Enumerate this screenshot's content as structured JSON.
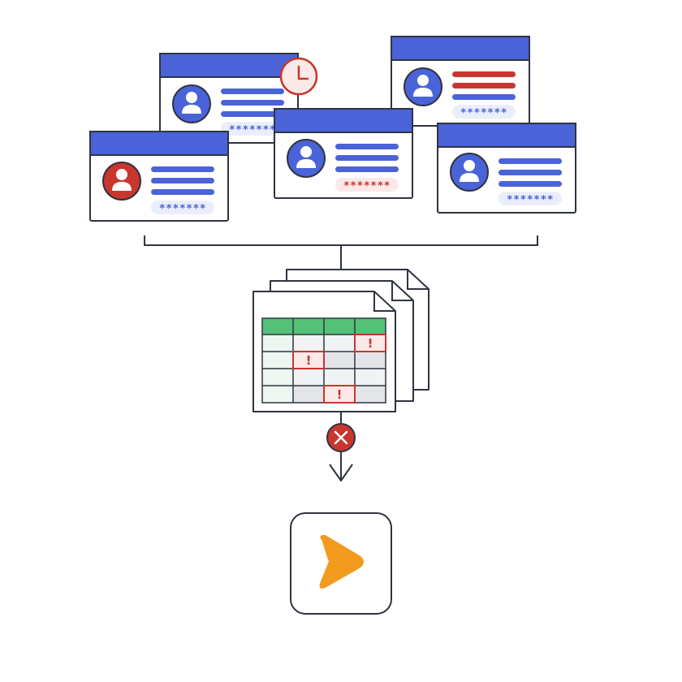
{
  "colors": {
    "stroke": "#2f3440",
    "blue": "#4a63d8",
    "red": "#c8362e",
    "green": "#55c078",
    "orange": "#f29a1d",
    "pill_bg": "#eaeefc",
    "pill_bg_red": "#fbe9e8"
  },
  "cards": [
    {
      "id": "card-1",
      "avatar": "blue",
      "lines": "blue",
      "mask": "*******",
      "mask_color": "blue"
    },
    {
      "id": "card-2",
      "avatar": "red",
      "lines": "blue",
      "mask": "*******",
      "mask_color": "blue"
    },
    {
      "id": "card-3",
      "avatar": "blue",
      "lines": "blue",
      "mask": "*******",
      "mask_color": "red"
    },
    {
      "id": "card-4",
      "avatar": "blue",
      "lines": "red",
      "mask": "*******",
      "mask_color": "blue"
    },
    {
      "id": "card-5",
      "avatar": "blue",
      "lines": "blue",
      "mask": "*******",
      "mask_color": "blue"
    }
  ],
  "table": {
    "error_marker": "!",
    "errors": [
      [
        1,
        3
      ],
      [
        2,
        1
      ],
      [
        4,
        2
      ]
    ]
  },
  "icons": [
    "clock-icon",
    "avatar-icon",
    "spreadsheet-icon",
    "error-x-icon",
    "arrow-down-icon",
    "play-app-icon"
  ]
}
